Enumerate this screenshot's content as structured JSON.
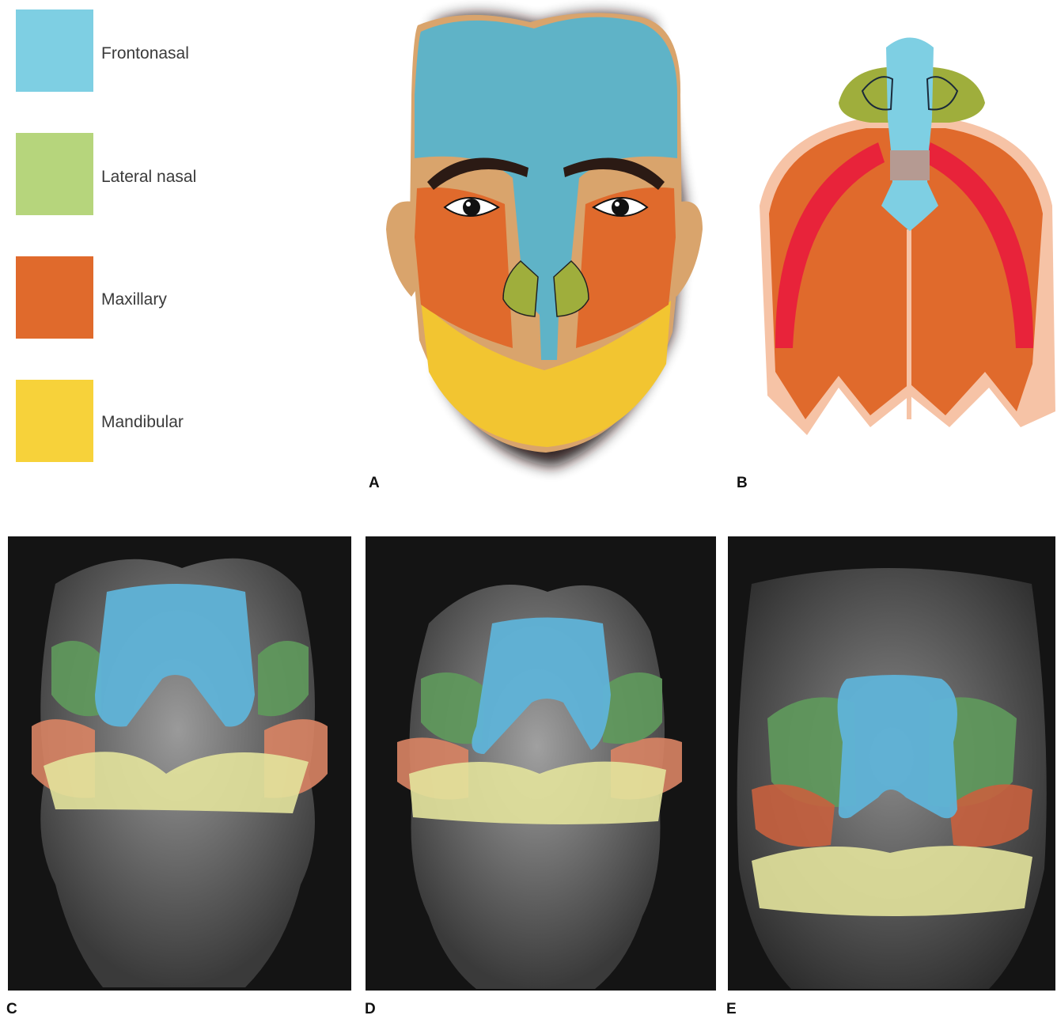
{
  "legend": [
    {
      "label": "Frontonasal",
      "color": "#7ecfe3"
    },
    {
      "label": "Lateral nasal",
      "color": "#b6d57c"
    },
    {
      "label": "Maxillary",
      "color": "#e06a2c"
    },
    {
      "label": "Mandibular",
      "color": "#f7d23a"
    }
  ],
  "panels": {
    "a": "A",
    "b": "B",
    "c": "C",
    "d": "D",
    "e": "E"
  },
  "colors": {
    "frontonasal_dark": "#5fb3c7",
    "lateral_dark": "#9fae3c",
    "maxillary_dark": "#e06a2c",
    "mandibular_dark": "#f2c531",
    "skin": "#d9a46c",
    "palate_red": "#e8233a",
    "photo_bg": "#141414"
  }
}
